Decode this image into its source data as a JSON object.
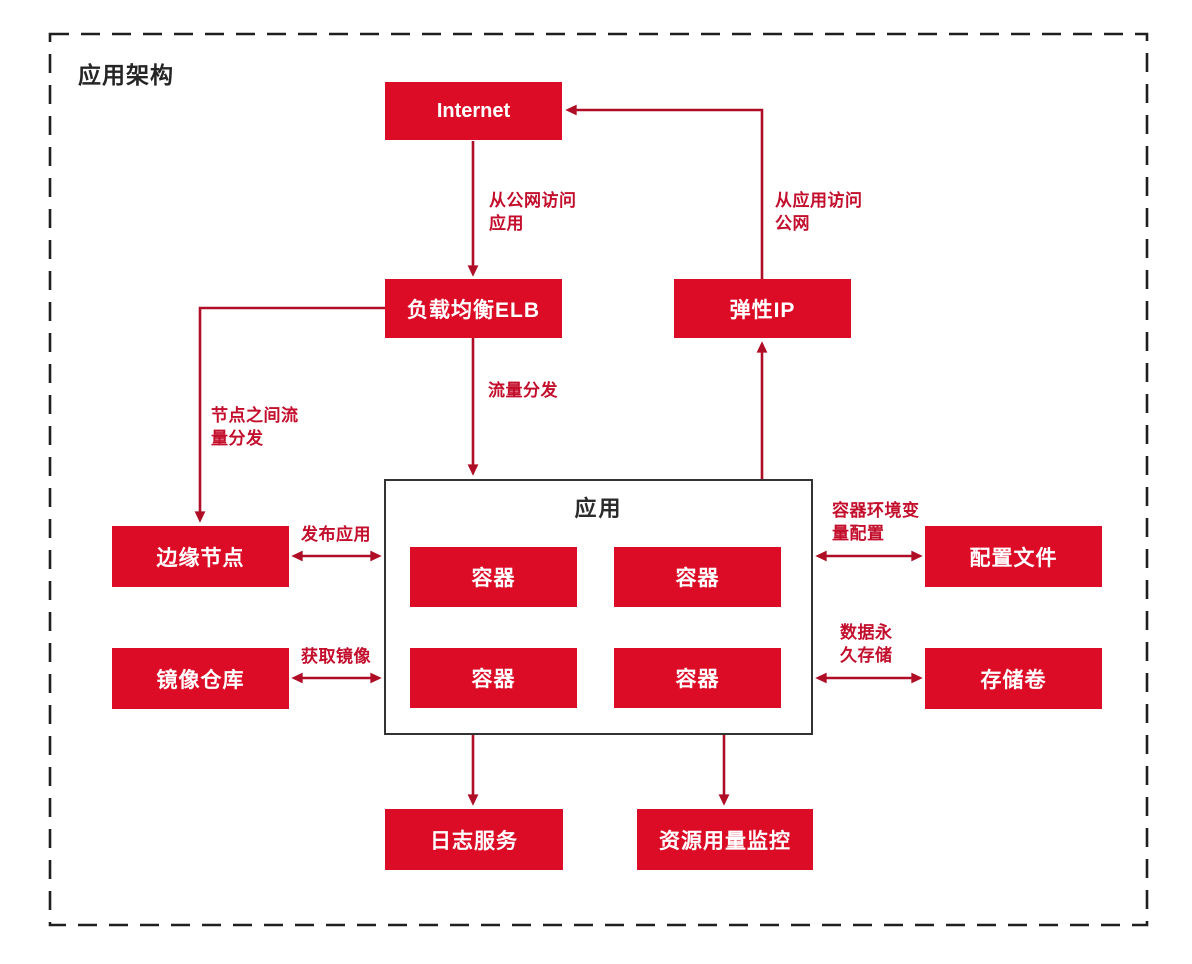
{
  "diagram": {
    "title": "应用架构",
    "app_group_label": "应用",
    "nodes": {
      "internet": "Internet",
      "elb": "负载均衡ELB",
      "eip": "弹性IP",
      "container": "容器",
      "edge_node": "边缘节点",
      "image_repo": "镜像仓库",
      "config_file": "配置文件",
      "storage_volume": "存储卷",
      "log_service": "日志服务",
      "resource_monitor": "资源用量监控"
    },
    "edge_labels": {
      "public_to_app": "从公网访问\n应用",
      "app_to_public": "从应用访问\n公网",
      "traffic_distribution": "流量分发",
      "node_traffic_distribution": "节点之间流\n量分发",
      "publish_app": "发布应用",
      "pull_image": "获取镜像",
      "container_env_config": "容器环境变\n量配置",
      "data_persistence": "数据永\n久存储"
    },
    "colors": {
      "node_fill": "#dc0c26",
      "connector": "#b00d26",
      "edge_label": "#c30e2c",
      "app_border": "#333333",
      "frame": "#1f1f1f",
      "title_text": "#252525",
      "node_text": "#ffffff"
    }
  }
}
